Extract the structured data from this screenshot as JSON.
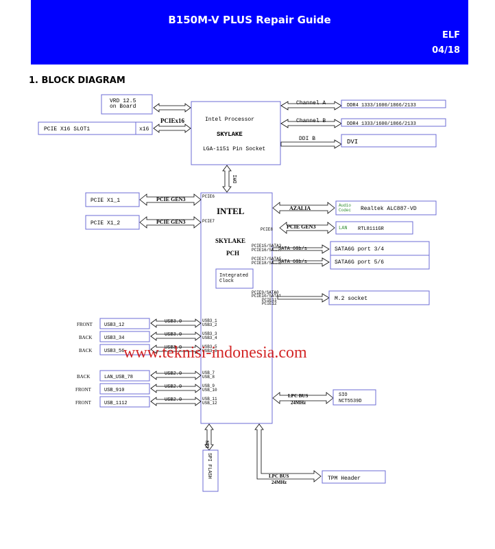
{
  "header": {
    "title": "B150M-V PLUS Repair Guide",
    "code": "ELF",
    "date": "04/18"
  },
  "section_title": "1.  BLOCK DIAGRAM",
  "watermark": "www.teknisi-indonesia.com",
  "colors": {
    "banner": "#0000ff",
    "box_border": "#6b6bd6",
    "arrow_fill": "#ffffff",
    "watermark": "#cc0000",
    "codec_green": "#2e8b2e"
  },
  "diagram": {
    "vrd": [
      "VRD 12.5",
      "on Board"
    ],
    "pcie_x16_slot": "PCIE X16 SLOT1",
    "x16": "x16",
    "pciex16": "PCIEx16",
    "cpu": {
      "line1": "Intel Processor",
      "line2": "SKYLAKE",
      "line3": "LGA-1151 Pin Socket"
    },
    "channel_a": "Channel A",
    "channel_b": "Channel B",
    "ddr4_a": "DDR4 1333/1600/1866/2133",
    "ddr4_b": "DDR4 1333/1600/1866/2133",
    "ddi_b": "DDI B",
    "dvi": "DVI",
    "dmi": "DMI",
    "pch": {
      "line1": "INTEL",
      "line2": "SKYLAKE",
      "line3": "PCH"
    },
    "pcie_x1_1": "PCIE X1_1",
    "pcie_x1_2": "PCIE X1_2",
    "pcie_gen3_1": "PCIE GEN3",
    "pcie_gen3_2": "PCIE GEN3",
    "pcie_gen3_lan": "PCIE GEN3",
    "pcie6": "PCIE6",
    "pcie7": "PCIE7",
    "pcie8": "PCIE8",
    "azalia": "AZALIA",
    "audio_codec": [
      "Audio",
      "Codec"
    ],
    "realtek_audio": "Realtek ALC887-VD",
    "lan": "LAN",
    "rtl": "RTL8111GR",
    "sata_port_34": "SATA6G port 3/4",
    "sata_port_56": "SATA6G port 5/6",
    "sata_link_1": "SATA 6Gb/s",
    "sata_link_2": "SATA 6Gb/s",
    "pch_sata_pins_1": [
      "PCIE15/SATA3",
      "PCIE16/SATA4"
    ],
    "pch_sata_pins_2": [
      "PCIE17/SATA5",
      "PCIE18/SATA6"
    ],
    "m2_pins": [
      "PCIE9/SATA0",
      "PCIE10/SATA1",
      "PCIE11",
      "PCIE12"
    ],
    "m2_socket": "M.2 socket",
    "integrated_clock": [
      "Integrated",
      "Clock"
    ],
    "usb_rows": [
      {
        "side": "FRONT",
        "port": "USB3_12",
        "speed": "USB3.0",
        "pins": [
          "USB3_1",
          "USB3_2"
        ]
      },
      {
        "side": "BACK",
        "port": "USB3_34",
        "speed": "USB3.0",
        "pins": [
          "USB3_3",
          "USB3_4"
        ]
      },
      {
        "side": "BACK",
        "port": "USB3_56",
        "speed": "USB3.0",
        "pins": [
          "USB3_5",
          "USB3_6"
        ]
      },
      {
        "side": "BACK",
        "port": "LAN_USB_78",
        "speed": "USB2.0",
        "pins": [
          "USB_7",
          "USB_8"
        ]
      },
      {
        "side": "FRONT",
        "port": "USB_910",
        "speed": "USB2.0",
        "pins": [
          "USB_9",
          "USB_10"
        ]
      },
      {
        "side": "FRONT",
        "port": "USB_1112",
        "speed": "USB2.0",
        "pins": [
          "USB_11",
          "USB_12"
        ]
      }
    ],
    "lpc_bus_1": [
      "LPC BUS",
      "24MHz"
    ],
    "sio": [
      "SIO",
      "NCT5539D"
    ],
    "spi": "SPI",
    "spi_flash": "SPI FLASH",
    "lpc_bus_2": [
      "LPC BUS",
      "24MHz"
    ],
    "tpm": "TPM Header"
  }
}
